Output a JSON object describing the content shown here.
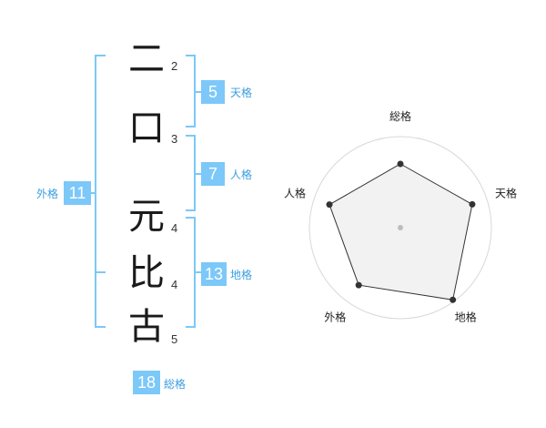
{
  "colors": {
    "accent": "#7cc8f8",
    "label": "#3a9ee0",
    "bracket": "#7cc8f8"
  },
  "name_chars": [
    {
      "char": "二",
      "strokes": "2"
    },
    {
      "char": "口",
      "strokes": "3"
    },
    {
      "char": "元",
      "strokes": "4"
    },
    {
      "char": "比",
      "strokes": "4"
    },
    {
      "char": "古",
      "strokes": "5"
    }
  ],
  "fortunes": {
    "tenkaku": {
      "value": "5",
      "label": "天格"
    },
    "jinkaku": {
      "value": "7",
      "label": "人格"
    },
    "chikaku": {
      "value": "13",
      "label": "地格"
    },
    "gaikaku": {
      "value": "11",
      "label": "外格"
    },
    "soukaku": {
      "value": "18",
      "label": "総格"
    }
  },
  "radar": {
    "labels": [
      "総格",
      "天格",
      "地格",
      "外格",
      "人格"
    ],
    "values": [
      0.7,
      0.83,
      0.98,
      0.78,
      0.82
    ]
  }
}
